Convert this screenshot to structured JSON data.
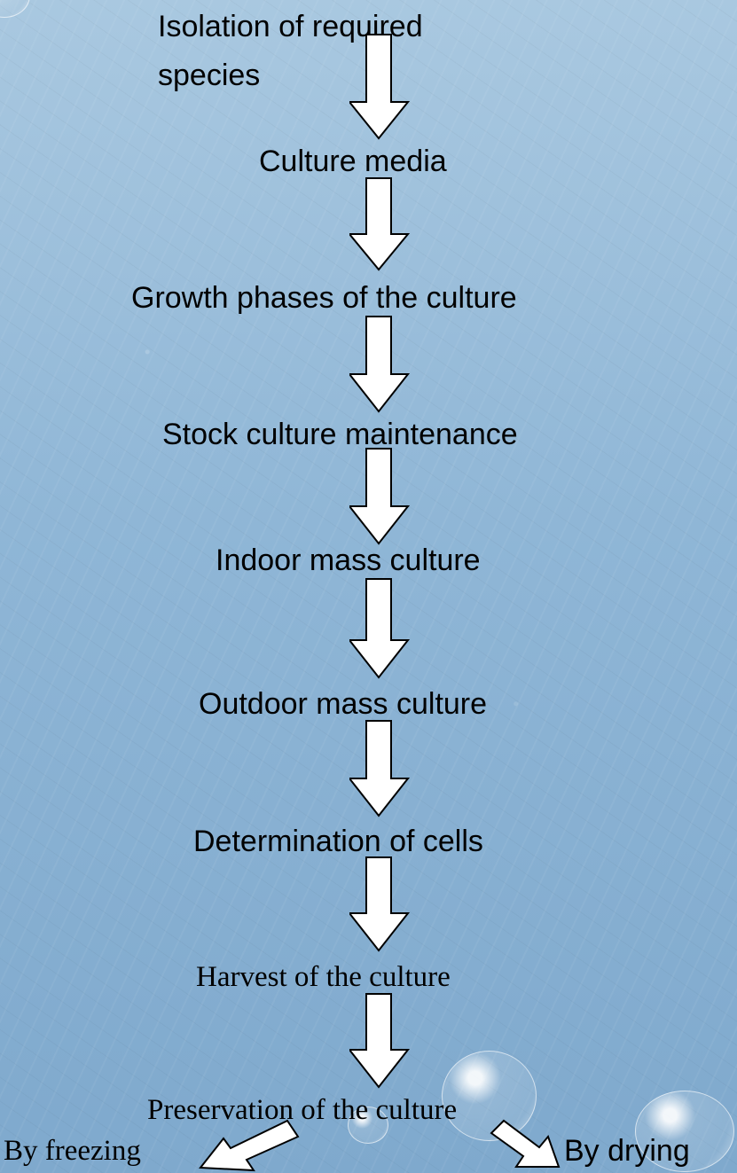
{
  "steps": [
    "Isolation of required",
    "species",
    "Culture media",
    "Growth phases of the culture",
    "Stock culture maintenance",
    "Indoor mass culture",
    "Outdoor mass culture",
    "Determination of cells",
    "Harvest of the culture",
    "Preservation of the culture"
  ],
  "branches": {
    "left": "By freezing",
    "right": "By drying"
  },
  "colors": {
    "text": "#000000",
    "arrow_fill": "#ffffff",
    "arrow_stroke": "#000000"
  }
}
